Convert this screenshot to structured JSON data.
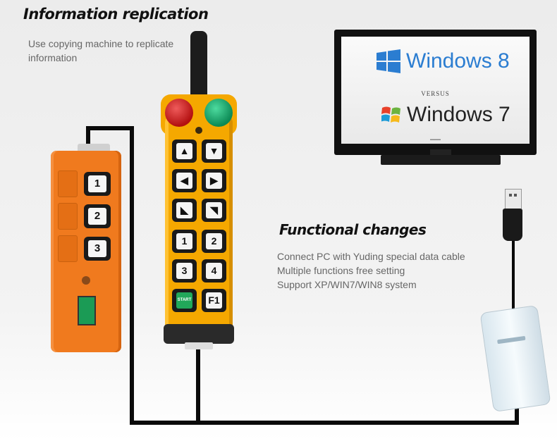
{
  "section1": {
    "title": "Information replication",
    "description": [
      "Use copying machine to replicate",
      "information"
    ]
  },
  "section2": {
    "title": "Functional changes",
    "description": [
      "Connect PC with Yuding special data cable",
      "Multiple functions free setting",
      "Support XP/WIN7/WIN8 system"
    ]
  },
  "monitor": {
    "top_os": "Windows 8",
    "versus": "VERSUS",
    "bottom_os": "Windows 7"
  },
  "small_remote": {
    "buttons": [
      "1",
      "2",
      "3"
    ]
  },
  "large_remote": {
    "buttons": [
      "▲",
      "▼",
      "◀",
      "▶",
      "◣",
      "◥",
      "1",
      "2",
      "3",
      "4",
      "START",
      "F1"
    ]
  },
  "colors": {
    "orange_remote": "#f07a1e",
    "yellow_remote": "#f5a800",
    "win8_blue": "#2b7dd1",
    "emergency_red": "#c41a1a",
    "start_green": "#22a85a"
  }
}
